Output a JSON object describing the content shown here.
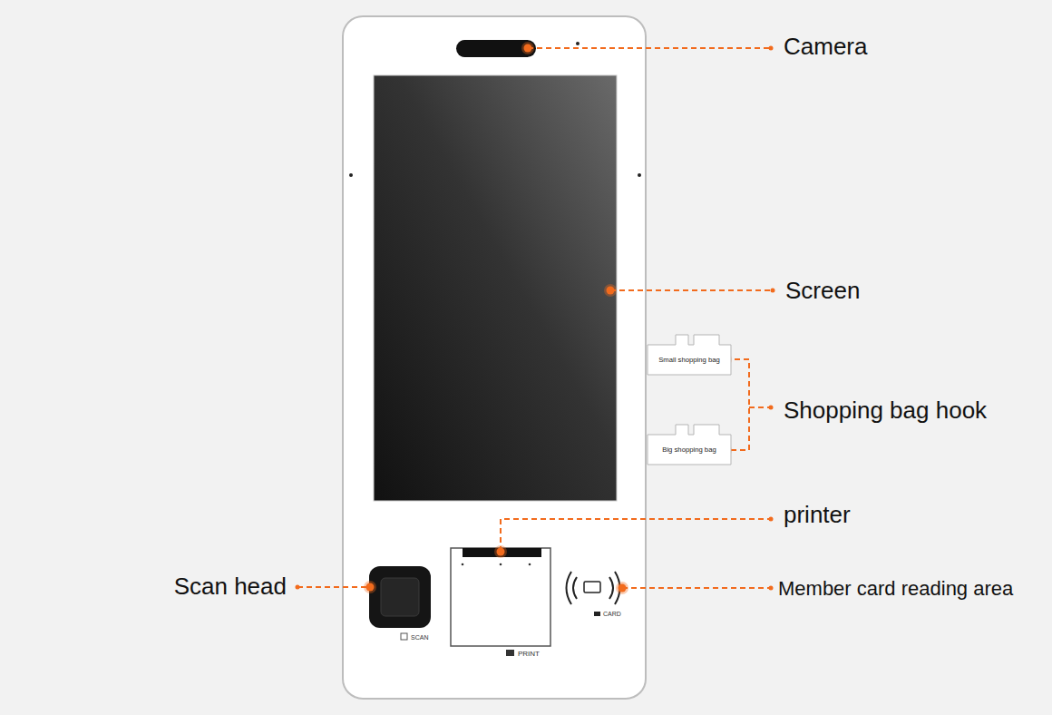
{
  "diagram": {
    "nodes": [
      {
        "text": [
          "Small shopping bag"
        ]
      },
      {
        "text": [
          "Big shopping bag"
        ]
      }
    ],
    "labels": [
      "Camera",
      "Screen",
      "Shopping bag hook",
      "printer",
      "Scan head",
      "Member card reading area",
      "SCAN",
      "PRINT",
      "CARD"
    ]
  }
}
